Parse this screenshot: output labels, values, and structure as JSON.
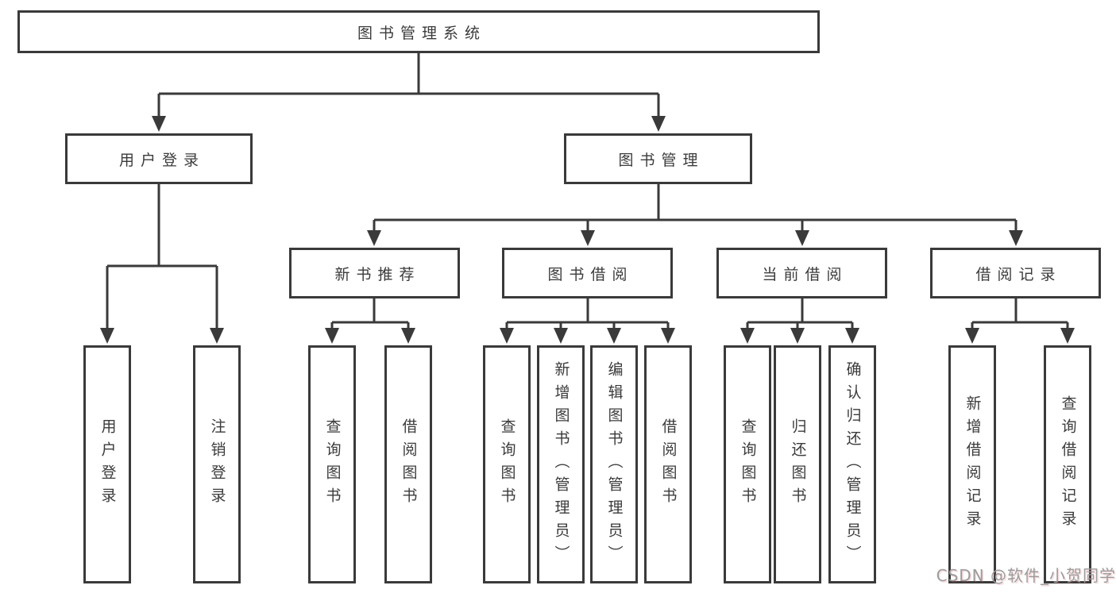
{
  "diagram": {
    "root": "图书管理系统",
    "branches": [
      {
        "label": "用户登录",
        "leaves": [
          "用户登录",
          "注销登录"
        ]
      },
      {
        "label": "图书管理",
        "sections": [
          {
            "label": "新书推荐",
            "leaves": [
              "查询图书",
              "借阅图书"
            ]
          },
          {
            "label": "图书借阅",
            "leaves": [
              "查询图书",
              "新增图书（管理员）",
              "编辑图书（管理员）",
              "借阅图书"
            ]
          },
          {
            "label": "当前借阅",
            "leaves": [
              "查询图书",
              "归还图书",
              "确认归还（管理员）"
            ]
          },
          {
            "label": "借阅记录",
            "leaves": [
              "新增借阅记录",
              "查询借阅记录"
            ]
          }
        ]
      }
    ]
  },
  "watermark": "CSDN @软件_小贺同学",
  "colors": {
    "line": "#3a3a3a",
    "text": "#3b3b3b",
    "background": "#ffffff",
    "watermark": "#9c9c9c"
  }
}
